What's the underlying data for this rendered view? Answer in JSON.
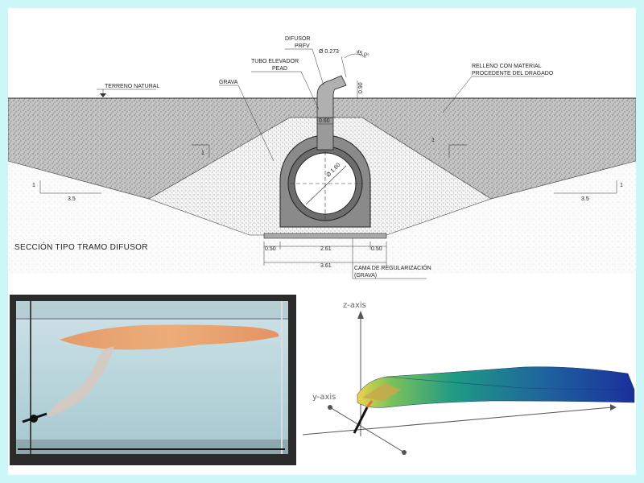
{
  "drawing": {
    "labels": {
      "difusor": "DIFUSOR",
      "prfv": "PRFV",
      "diam_difusor": "Ø 0.273",
      "angle": "45.0°",
      "tubo_elevador": "TUBO ELEVADOR",
      "pead": "PEAD",
      "grava": "GRAVA",
      "terreno": "TERRENO NATURAL",
      "relleno1": "RELLENO CON MATERIAL",
      "relleno2": "PROCEDENTE DEL DRAGADO",
      "section_title": "SECCIÓN TIPO TRAMO DIFUSOR",
      "cama1": "CAMA DE REGULARIZACIÓN",
      "cama2": "(GRAVA)"
    },
    "dims": {
      "top_height": "0.90",
      "riser_width": "0.60",
      "pipe_diam": "Ø 1.60",
      "base_left": "0.50",
      "base_mid": "2.61",
      "base_right": "0.50",
      "base_total": "3.61",
      "slope_left_v": "1",
      "slope_left_h": "3.5",
      "slope_right_v": "1",
      "slope_right_h": "3.5",
      "gravel_left_v": "1",
      "gravel_right_v": "1"
    }
  },
  "plot3d": {
    "z_label": "z-axis",
    "y_label": "y-axis"
  },
  "colors": {
    "background": "#ccf6f8",
    "soil": "#bdbdbd",
    "gravel": "#f2f2f2",
    "pipe_wall": "#7a7a7a",
    "plume_start": "#e8c850",
    "plume_end": "#1a3aa0"
  }
}
